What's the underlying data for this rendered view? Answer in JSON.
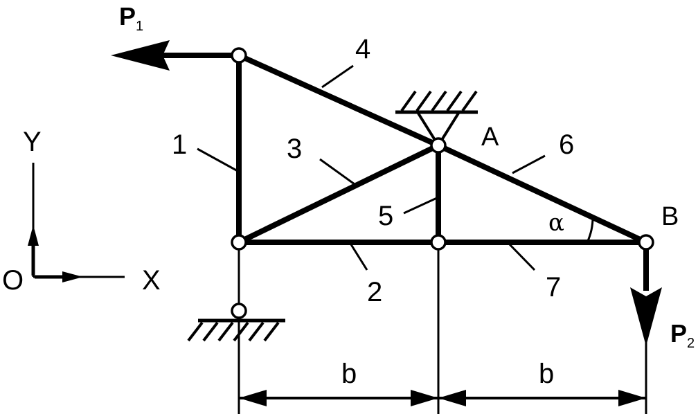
{
  "forces": {
    "p1": {
      "main": "P",
      "sub": "1"
    },
    "p2": {
      "main": "P",
      "sub": "2"
    }
  },
  "members": [
    "1",
    "2",
    "3",
    "4",
    "5",
    "6",
    "7"
  ],
  "points": {
    "a": "A",
    "b": "B"
  },
  "angle": "α",
  "axes": {
    "origin": "O",
    "x": "X",
    "y": "Y"
  },
  "dimensions": [
    "b",
    "b"
  ]
}
